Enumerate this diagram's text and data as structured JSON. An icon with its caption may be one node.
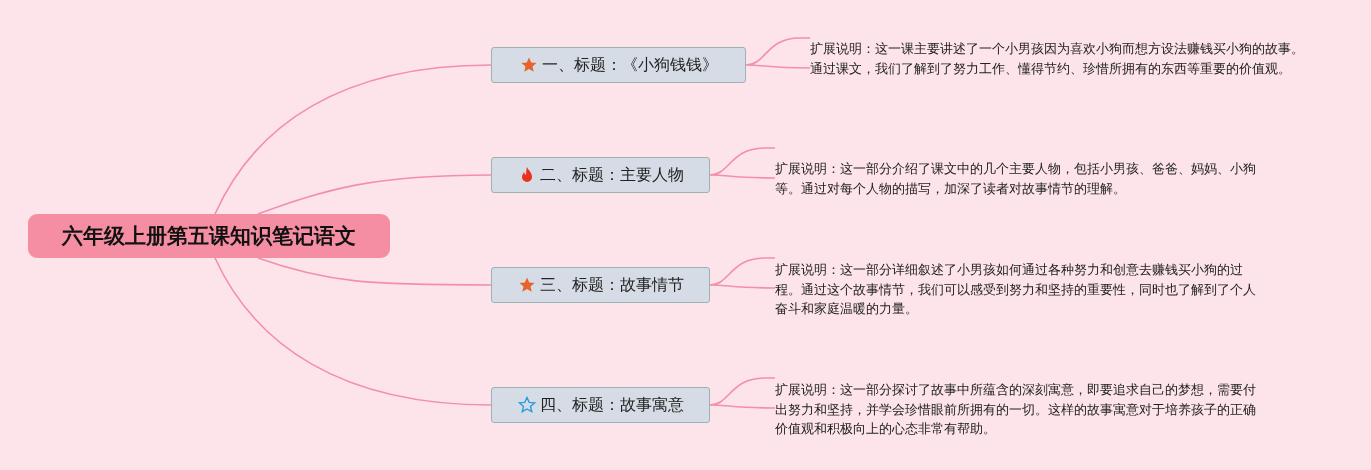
{
  "diagram": {
    "nodes": [
      {
        "text": [
          "六年级上册第五课知识笔记语文"
        ]
      },
      {
        "text": [
          "一、标题：《小狗钱钱》"
        ]
      },
      {
        "text": [
          "二、标题：主要人物"
        ]
      },
      {
        "text": [
          "三、标题：故事情节"
        ]
      },
      {
        "text": [
          "四、标题：故事寓意"
        ]
      },
      {
        "text": [
          "扩展说明：这一课主要讲述了一个小男孩因为喜欢小狗而想方设法赚钱买小狗的故事。通过课文，我们了解到了努力工作、懂得节约、珍惜所拥有的东西等重要的价值观。"
        ]
      },
      {
        "text": [
          "扩展说明：这一部分介绍了课文中的几个主要人物，包括小男孩、爸爸、妈妈、小狗等。通过对每个人物的描写，加深了读者对故事情节的理解。"
        ]
      },
      {
        "text": [
          "扩展说明：这一部分详细叙述了小男孩如何通过各种努力和创意去赚钱买小狗的过程。通过这个故事情节，我们可以感受到努力和坚持的重要性，同时也了解到了个人奋斗和家庭温暖的力量。"
        ]
      },
      {
        "text": [
          "扩展说明：这一部分探讨了故事中所蕴含的深刻寓意，即要追求自己的梦想，需要付出努力和坚持，并学会珍惜眼前所拥有的一切。这样的故事寓意对于培养孩子的正确价值观和积极向上的心态非常有帮助。"
        ]
      }
    ],
    "edges": [
      {
        "from": 0,
        "to": 1,
        "arrow": "none"
      },
      {
        "from": 0,
        "to": 2,
        "arrow": "none"
      },
      {
        "from": 0,
        "to": 3,
        "arrow": "none"
      },
      {
        "from": 0,
        "to": 4,
        "arrow": "none"
      },
      {
        "from": 1,
        "to": 5,
        "arrow": "none"
      },
      {
        "from": 2,
        "to": 6,
        "arrow": "none"
      },
      {
        "from": 3,
        "to": 7,
        "arrow": "none"
      },
      {
        "from": 4,
        "to": 8,
        "arrow": "none"
      }
    ]
  }
}
